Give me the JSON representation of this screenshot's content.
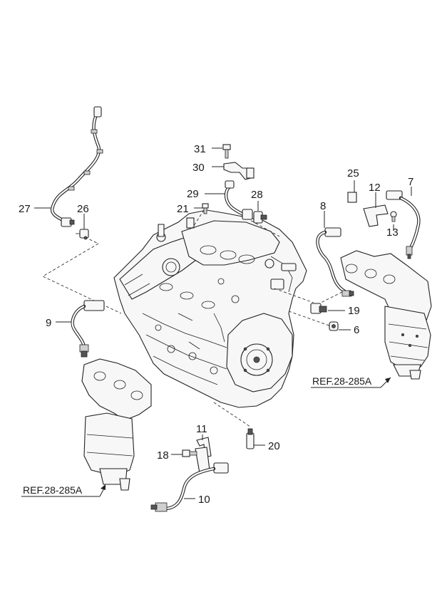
{
  "callouts": {
    "c31": "31",
    "c30": "30",
    "c29": "29",
    "c28": "28",
    "c21": "21",
    "c27": "27",
    "c26": "26",
    "c25": "25",
    "c12": "12",
    "c7": "7",
    "c13": "13",
    "c8": "8",
    "c19": "19",
    "c6": "6",
    "c9": "9",
    "c11": "11",
    "c18": "18",
    "c20": "20",
    "c10": "10"
  },
  "references": {
    "right": "REF.28-285A",
    "left": "REF.28-285A"
  }
}
